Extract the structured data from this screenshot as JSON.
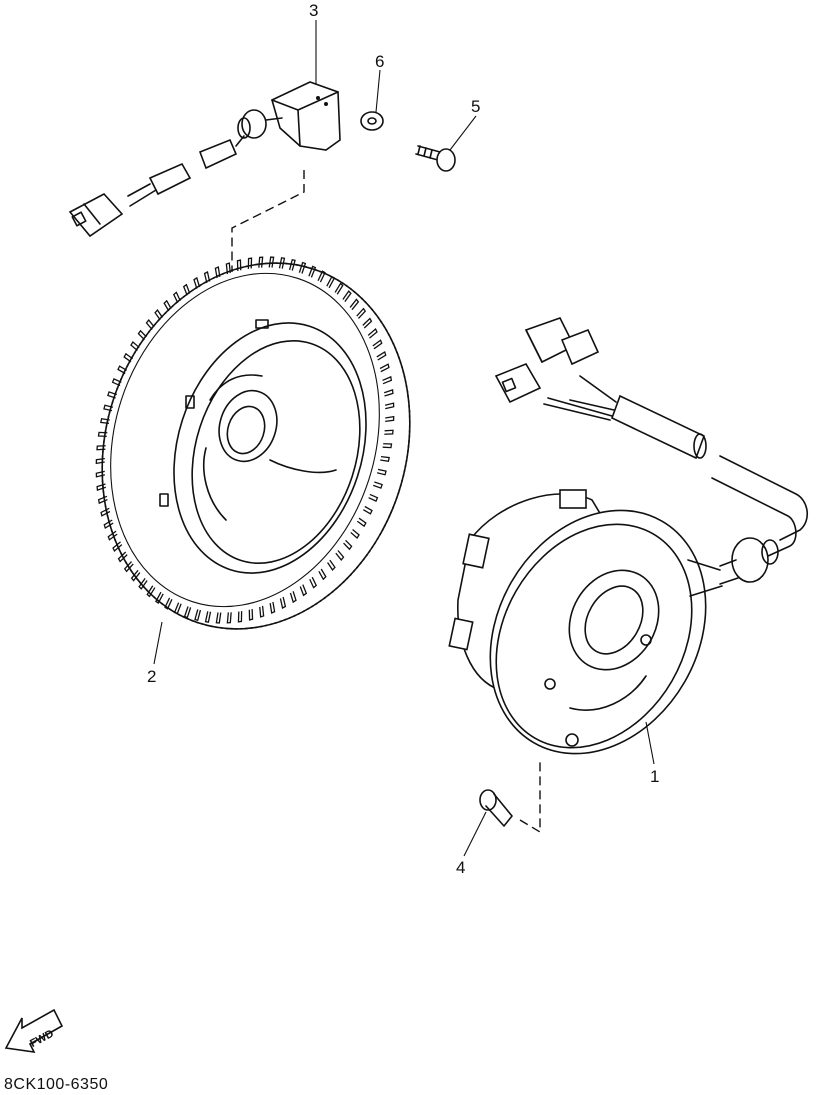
{
  "callouts": [
    {
      "id": "1",
      "text": "1"
    },
    {
      "id": "2",
      "text": "2"
    },
    {
      "id": "3",
      "text": "3"
    },
    {
      "id": "4",
      "text": "4"
    },
    {
      "id": "5",
      "text": "5"
    },
    {
      "id": "6",
      "text": "6"
    }
  ],
  "fwd_label": "FWD",
  "diagram_code": "8CK100-6350"
}
